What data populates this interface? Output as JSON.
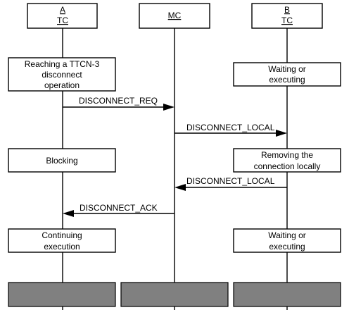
{
  "instances": {
    "a": {
      "line1": "A",
      "line2": "TC"
    },
    "mc": {
      "line1": "MC"
    },
    "b": {
      "line1": "B",
      "line2": "TC"
    }
  },
  "boxes": {
    "a_reaching": [
      "Reaching a TTCN-3",
      "disconnect",
      "operation"
    ],
    "b_waiting_1": [
      "Waiting or",
      "executing"
    ],
    "a_blocking": [
      "Blocking"
    ],
    "b_removing": [
      "Removing the",
      "connection locally"
    ],
    "a_continuing": [
      "Continuing",
      "execution"
    ],
    "b_waiting_2": [
      "Waiting or",
      "executing"
    ]
  },
  "messages": {
    "disconnect_req": "DISCONNECT_REQ",
    "disconnect_local_1": "DISCONNECT_LOCAL",
    "disconnect_local_2": "DISCONNECT_LOCAL",
    "disconnect_ack": "DISCONNECT_ACK"
  },
  "colors": {
    "line": "#000000",
    "terminator": "#808080",
    "box_fill": "#ffffff"
  }
}
